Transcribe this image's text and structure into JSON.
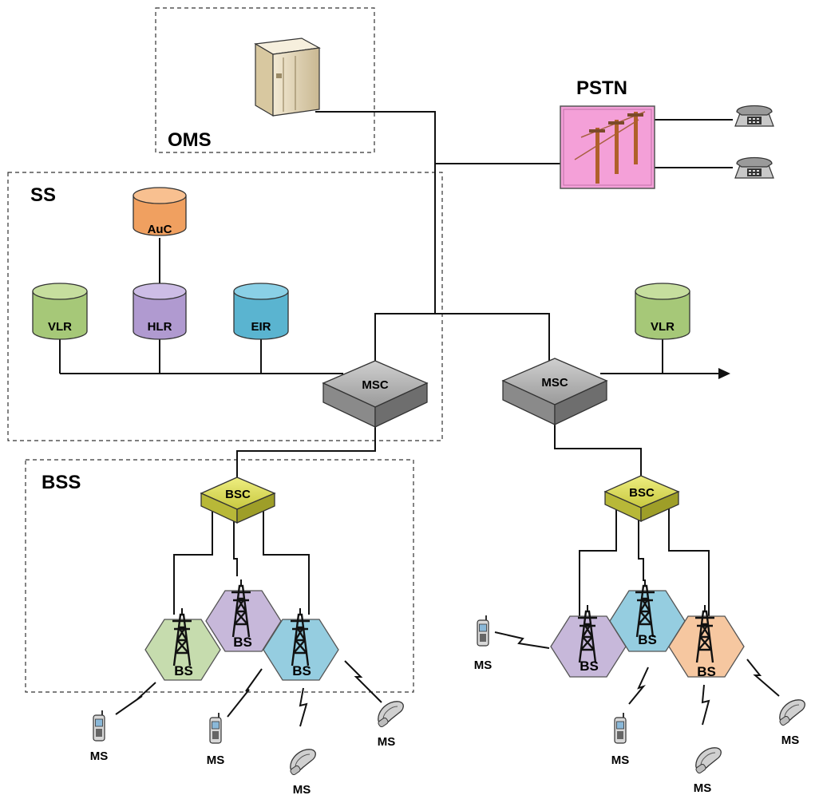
{
  "groups": {
    "oms": "OMS",
    "ss": "SS",
    "bss": "BSS",
    "pstn": "PSTN"
  },
  "databases": {
    "auc": "AuC",
    "hlr": "HLR",
    "vlr": "VLR",
    "eir": "EIR"
  },
  "switches": {
    "msc": "MSC",
    "bsc": "BSC"
  },
  "cells": {
    "bs": "BS"
  },
  "terminals": {
    "ms": "MS"
  },
  "colors": {
    "auc": "#f0a060",
    "hlr": "#b09ad0",
    "vlr": "#a6c878",
    "eir": "#5ab4d0",
    "msc": "#a8a8a8",
    "bsc": "#d8d850",
    "pstn": "#f4a0d8",
    "cell_green": "#c6dcae",
    "cell_purple": "#c7b8da",
    "cell_blue": "#95cde0",
    "cell_orange": "#f6c7a0"
  }
}
